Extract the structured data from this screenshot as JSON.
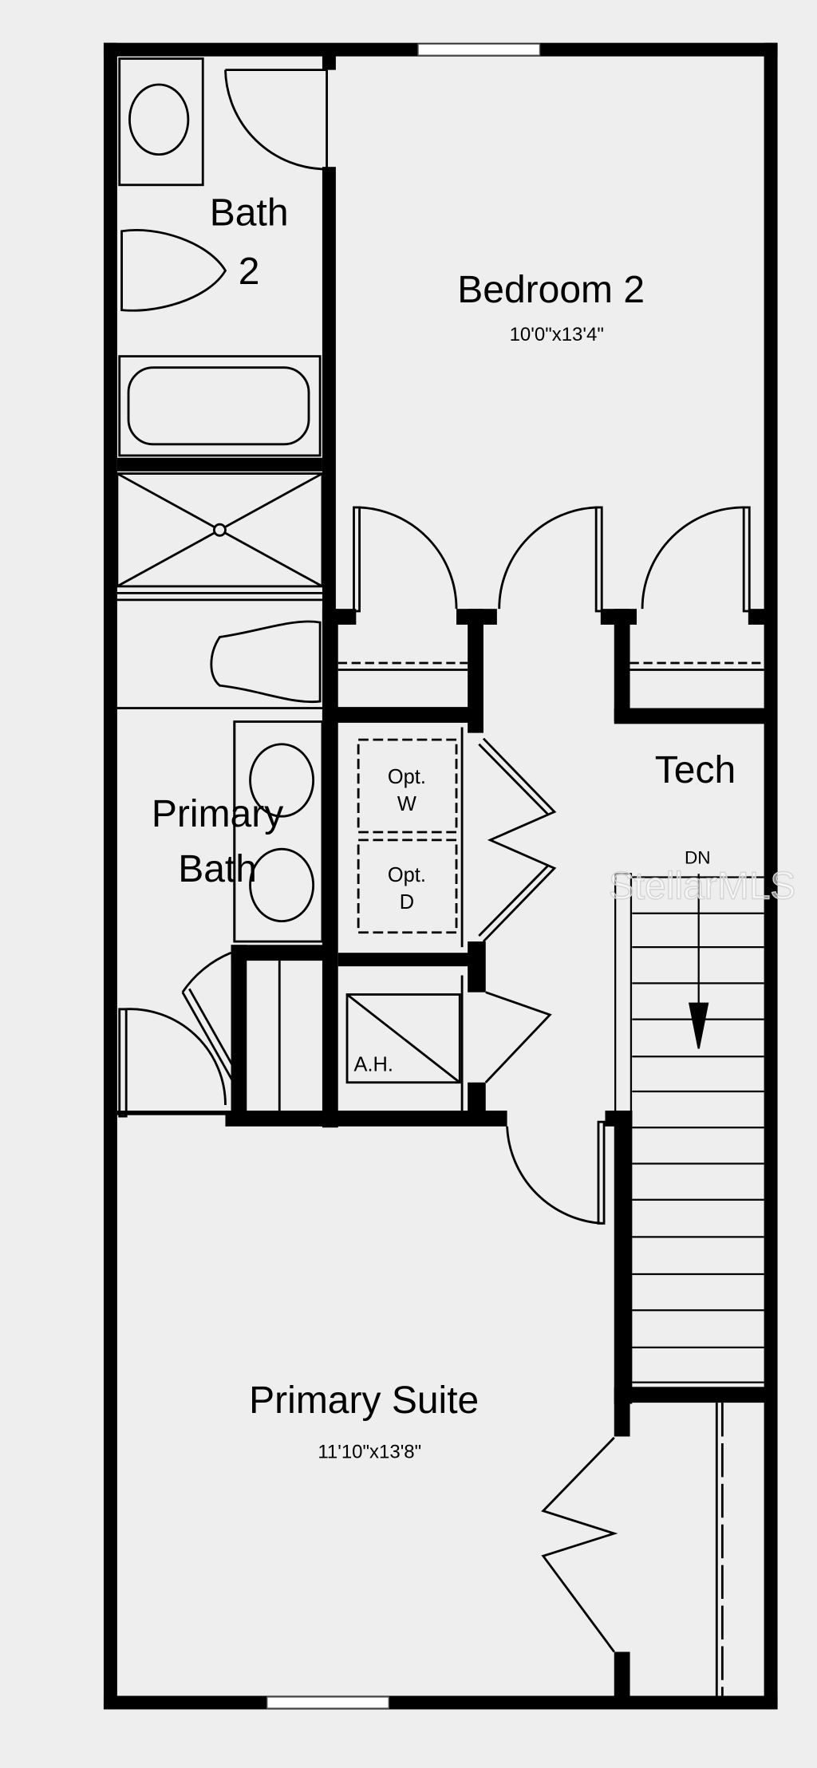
{
  "plan": {
    "title": "Second floor plan",
    "background": "#eeeeee",
    "wall_color": "#000000"
  },
  "rooms": {
    "bath2": {
      "name_line1": "Bath",
      "name_line2": "2"
    },
    "bedroom2": {
      "name": "Bedroom 2",
      "dimensions": "10'0\"x13'4\""
    },
    "tech": {
      "name": "Tech"
    },
    "primary_bath": {
      "name_line1": "Primary",
      "name_line2": "Bath"
    },
    "primary_suite": {
      "name": "Primary Suite",
      "dimensions": "11'10\"x13'8\""
    }
  },
  "fixtures": {
    "opt_washer": {
      "line1": "Opt.",
      "line2": "W"
    },
    "opt_dryer": {
      "line1": "Opt.",
      "line2": "D"
    },
    "air_handler": {
      "label": "A.H."
    },
    "stairs": {
      "label": "DN"
    }
  },
  "watermark": {
    "text": "StellarMLS"
  }
}
